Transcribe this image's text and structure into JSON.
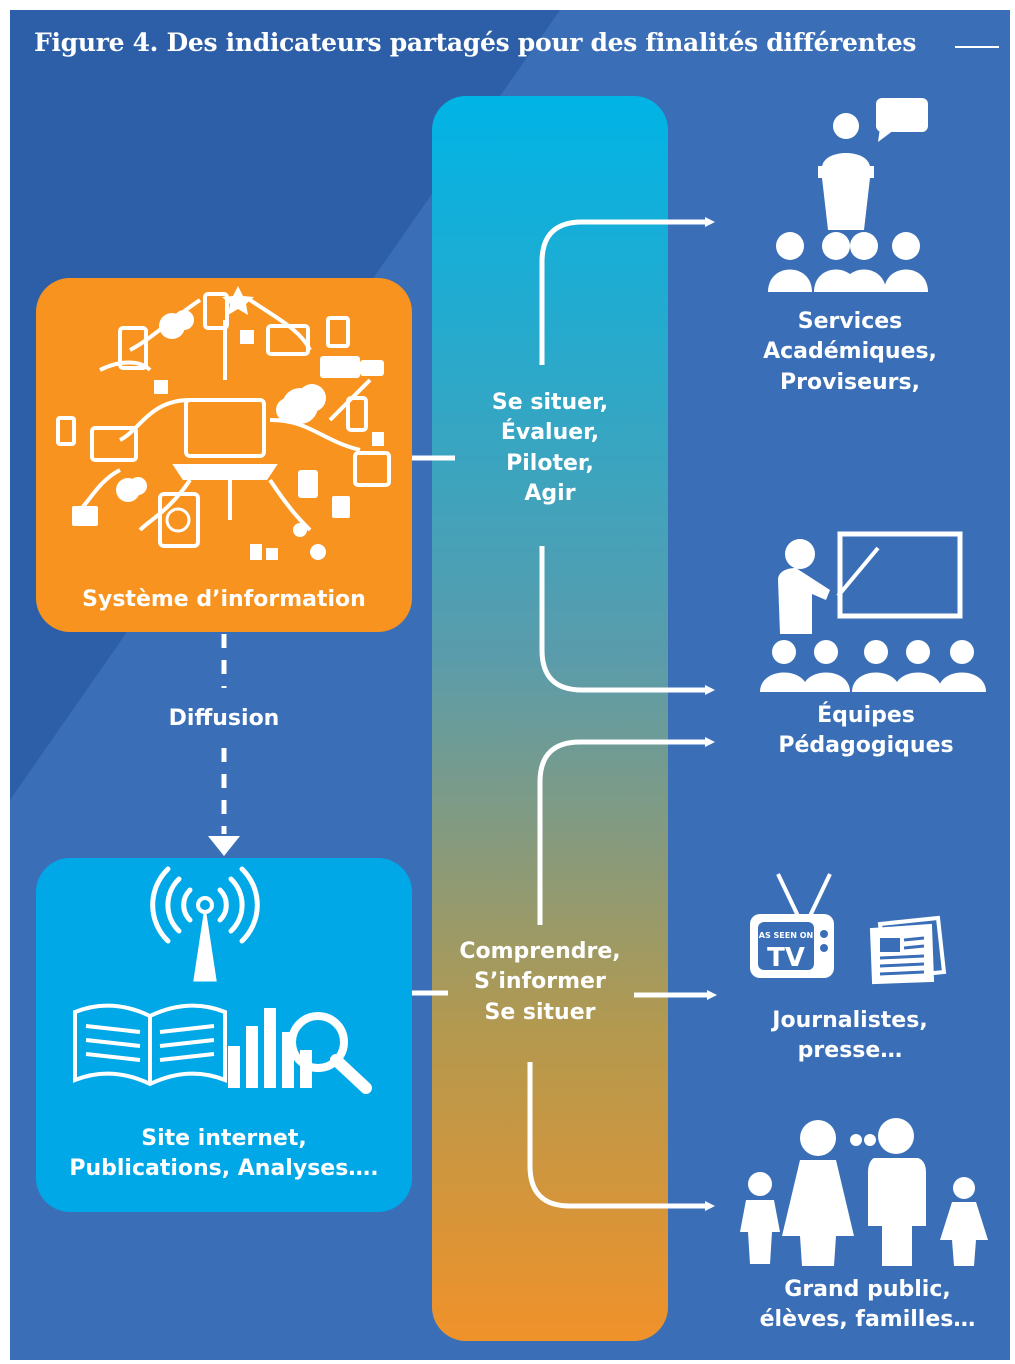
{
  "title": "Figure 4. Des indicateurs partagés pour des finalités différentes",
  "nodes": {
    "source": {
      "label": "Système d’information"
    },
    "diffusion_edge": {
      "label": "Diffusion"
    },
    "published": {
      "line1": "Site internet,",
      "line2": "Publications, Analyses…."
    },
    "purpose_steer": {
      "line1": "Se situer,",
      "line2": "Évaluer,",
      "line3": "Piloter,",
      "line4": "Agir"
    },
    "purpose_inform": {
      "line1": "Comprendre,",
      "line2": "S’informer",
      "line3": "Se situer"
    },
    "aud_services": {
      "line1": "Services",
      "line2": "Académiques,",
      "line3": "Proviseurs,"
    },
    "aud_teams": {
      "line1": "Équipes",
      "line2": "Pédagogiques"
    },
    "aud_press": {
      "line1": "Journalistes,",
      "line2": "presse…",
      "tv_text_small": "AS SEEN ON",
      "tv_text_big": "TV"
    },
    "aud_public": {
      "line1": "Grand public,",
      "line2": "élèves, familles…"
    }
  },
  "colors": {
    "background": "#3a6fb7",
    "diagonal": "#2b5ea6",
    "orange": "#f7931e",
    "blue": "#00a8e8",
    "band_top": "#00b4e6",
    "band_bottom": "#f0922a",
    "white": "#ffffff"
  }
}
